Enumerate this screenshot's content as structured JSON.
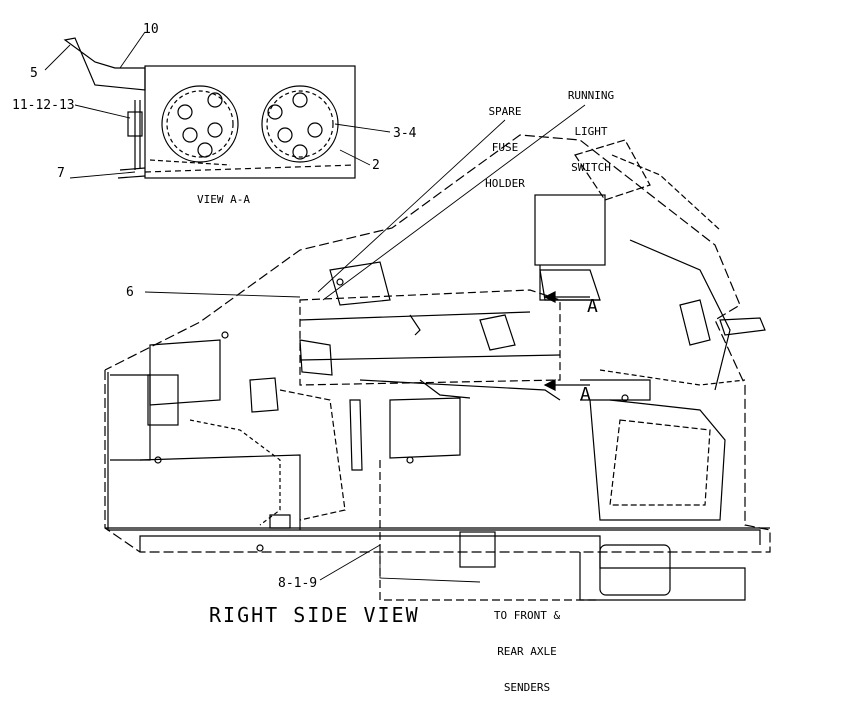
{
  "diagram": {
    "title": "RIGHT SIDE VIEW",
    "detail_view_label": "VIEW A-A",
    "section_markers": [
      "A",
      "A"
    ],
    "callouts": [
      {
        "id": "c10",
        "text": "10"
      },
      {
        "id": "c5",
        "text": "5"
      },
      {
        "id": "c11",
        "text": "11-12-13"
      },
      {
        "id": "c7",
        "text": "7"
      },
      {
        "id": "c34",
        "text": "3-4"
      },
      {
        "id": "c2",
        "text": "2"
      },
      {
        "id": "c6",
        "text": "6"
      },
      {
        "id": "c819",
        "text": "8-1-9"
      }
    ],
    "notes": {
      "spare_fuse": [
        "SPARE",
        "FUSE",
        "HOLDER"
      ],
      "running_light": [
        "RUNNING",
        "LIGHT",
        "SWITCH"
      ],
      "axle_senders": [
        "TO FRONT &",
        "REAR AXLE",
        "SENDERS"
      ]
    }
  }
}
